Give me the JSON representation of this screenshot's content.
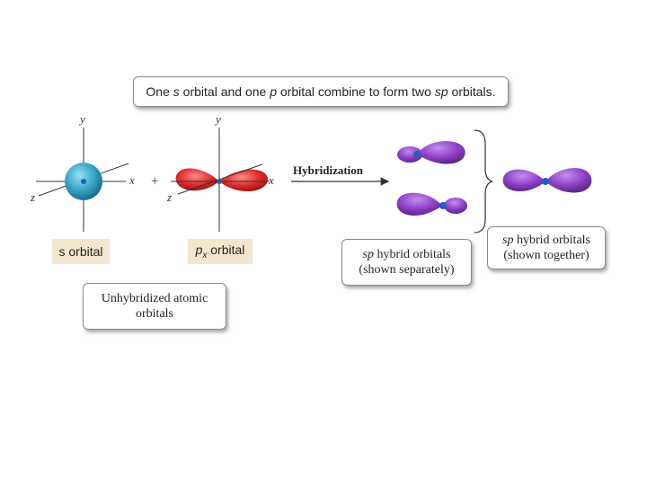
{
  "title": {
    "part1": "One ",
    "s": "s",
    "part2": " orbital and one ",
    "p": "p",
    "part3": " orbital combine to form two ",
    "sp": "sp",
    "part4": " orbitals."
  },
  "axes": {
    "x": "x",
    "y": "y",
    "z": "z"
  },
  "plus": "+",
  "hybridization_label": "Hybridization",
  "s_orbital_label": "s orbital",
  "px_orbital": {
    "p": "p",
    "sub": "x",
    "rest": " orbital"
  },
  "unhybridized": {
    "line1": "Unhybridized atomic",
    "line2": "orbitals"
  },
  "sp_separate": {
    "sp": "sp",
    "line1_rest": " hybrid orbitals",
    "line2": "(shown separately)"
  },
  "sp_together": {
    "sp": "sp",
    "line1_rest": " hybrid orbitals",
    "line2": "(shown together)"
  },
  "colors": {
    "s": "#3aa9c9",
    "p": "#e02b2b",
    "sp": "#8d3fc4",
    "nucleus": "#1f5fbf"
  }
}
